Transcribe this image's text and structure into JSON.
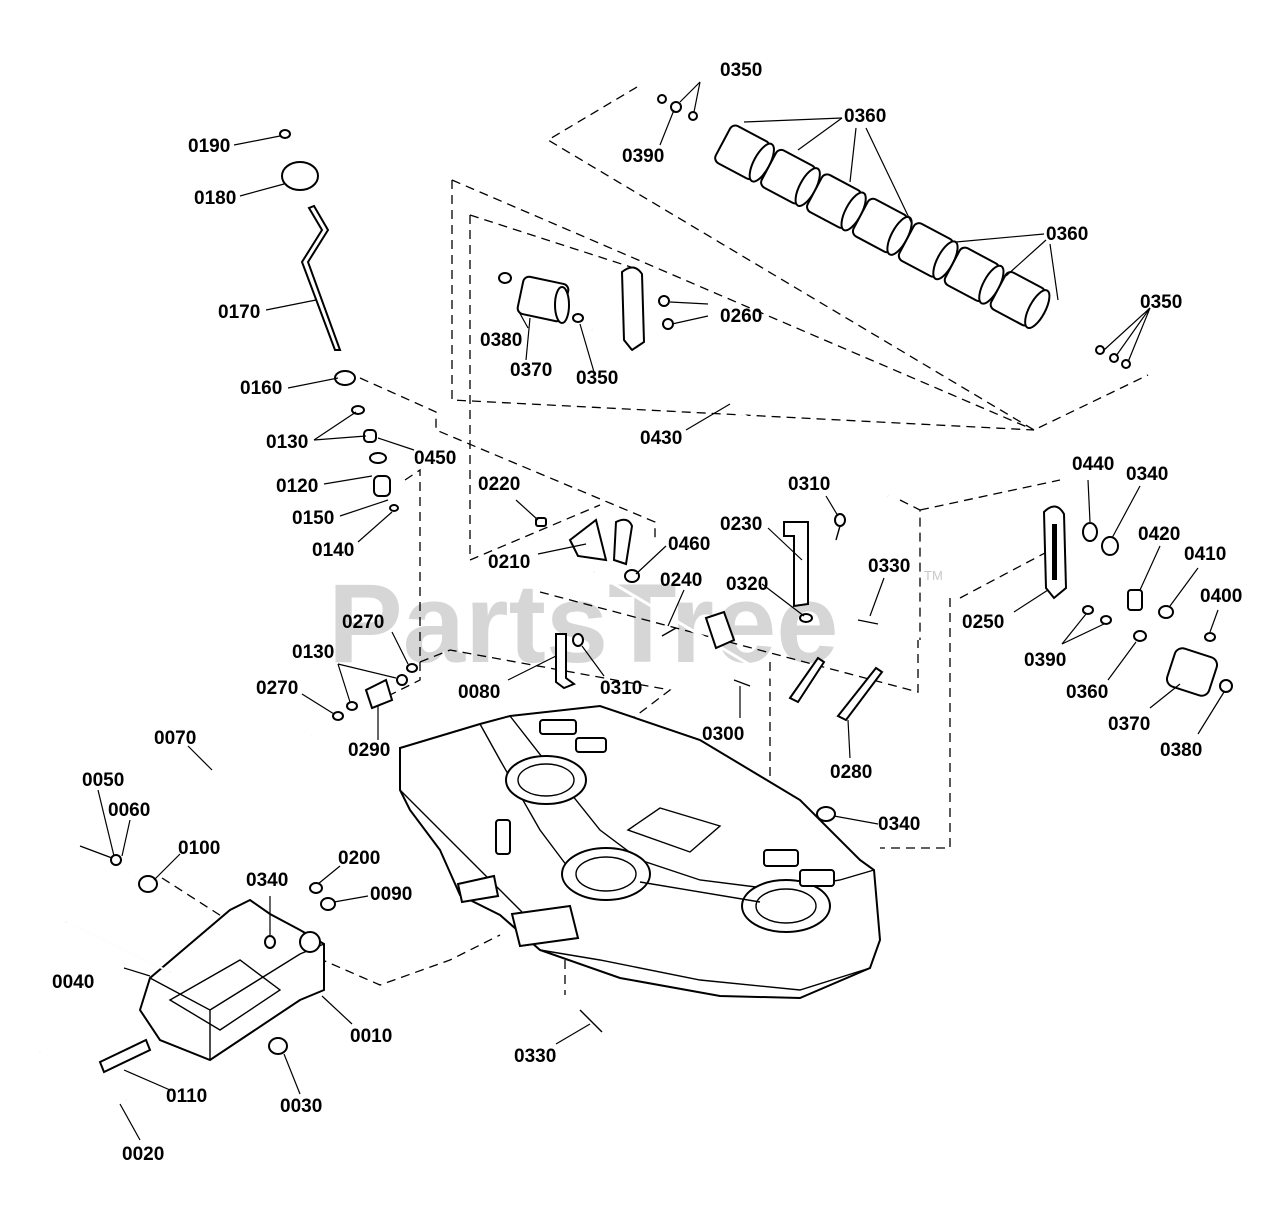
{
  "watermark": {
    "text": "PartsTree",
    "trademark": "TM"
  },
  "labels": [
    {
      "id": "L0350a",
      "text": "0350"
    },
    {
      "id": "L0360a",
      "text": "0360"
    },
    {
      "id": "L0390a",
      "text": "0390"
    },
    {
      "id": "L0360b",
      "text": "0360"
    },
    {
      "id": "L0350b",
      "text": "0350"
    },
    {
      "id": "L0190",
      "text": "0190"
    },
    {
      "id": "L0180",
      "text": "0180"
    },
    {
      "id": "L0170",
      "text": "0170"
    },
    {
      "id": "L0160",
      "text": "0160"
    },
    {
      "id": "L0130a",
      "text": "0130"
    },
    {
      "id": "L0450",
      "text": "0450"
    },
    {
      "id": "L0120",
      "text": "0120"
    },
    {
      "id": "L0150",
      "text": "0150"
    },
    {
      "id": "L0140",
      "text": "0140"
    },
    {
      "id": "L0260",
      "text": "0260"
    },
    {
      "id": "L0380a",
      "text": "0380"
    },
    {
      "id": "L0370a",
      "text": "0370"
    },
    {
      "id": "L0350c",
      "text": "0350"
    },
    {
      "id": "L0430",
      "text": "0430"
    },
    {
      "id": "L0220",
      "text": "0220"
    },
    {
      "id": "L0210",
      "text": "0210"
    },
    {
      "id": "L0460",
      "text": "0460"
    },
    {
      "id": "L0310a",
      "text": "0310"
    },
    {
      "id": "L0230",
      "text": "0230"
    },
    {
      "id": "L0240",
      "text": "0240"
    },
    {
      "id": "L0320",
      "text": "0320"
    },
    {
      "id": "L0330a",
      "text": "0330"
    },
    {
      "id": "L0440",
      "text": "0440"
    },
    {
      "id": "L0340a",
      "text": "0340"
    },
    {
      "id": "L0420",
      "text": "0420"
    },
    {
      "id": "L0410",
      "text": "0410"
    },
    {
      "id": "L0400",
      "text": "0400"
    },
    {
      "id": "L0250",
      "text": "0250"
    },
    {
      "id": "L0390b",
      "text": "0390"
    },
    {
      "id": "L0360c",
      "text": "0360"
    },
    {
      "id": "L0370b",
      "text": "0370"
    },
    {
      "id": "L0380b",
      "text": "0380"
    },
    {
      "id": "L0270a",
      "text": "0270"
    },
    {
      "id": "L0130b",
      "text": "0130"
    },
    {
      "id": "L0270b",
      "text": "0270"
    },
    {
      "id": "L0290",
      "text": "0290"
    },
    {
      "id": "L0080",
      "text": "0080"
    },
    {
      "id": "L0310b",
      "text": "0310"
    },
    {
      "id": "L0300",
      "text": "0300"
    },
    {
      "id": "L0280",
      "text": "0280"
    },
    {
      "id": "L0070",
      "text": "0070"
    },
    {
      "id": "L0050",
      "text": "0050"
    },
    {
      "id": "L0060",
      "text": "0060"
    },
    {
      "id": "L0100",
      "text": "0100"
    },
    {
      "id": "L0340b",
      "text": "0340"
    },
    {
      "id": "L0200",
      "text": "0200"
    },
    {
      "id": "L0090",
      "text": "0090"
    },
    {
      "id": "L0340c",
      "text": "0340"
    },
    {
      "id": "L0040",
      "text": "0040"
    },
    {
      "id": "L0010",
      "text": "0010"
    },
    {
      "id": "L0110",
      "text": "0110"
    },
    {
      "id": "L0030",
      "text": "0030"
    },
    {
      "id": "L0020",
      "text": "0020"
    },
    {
      "id": "L0330b",
      "text": "0330"
    }
  ]
}
